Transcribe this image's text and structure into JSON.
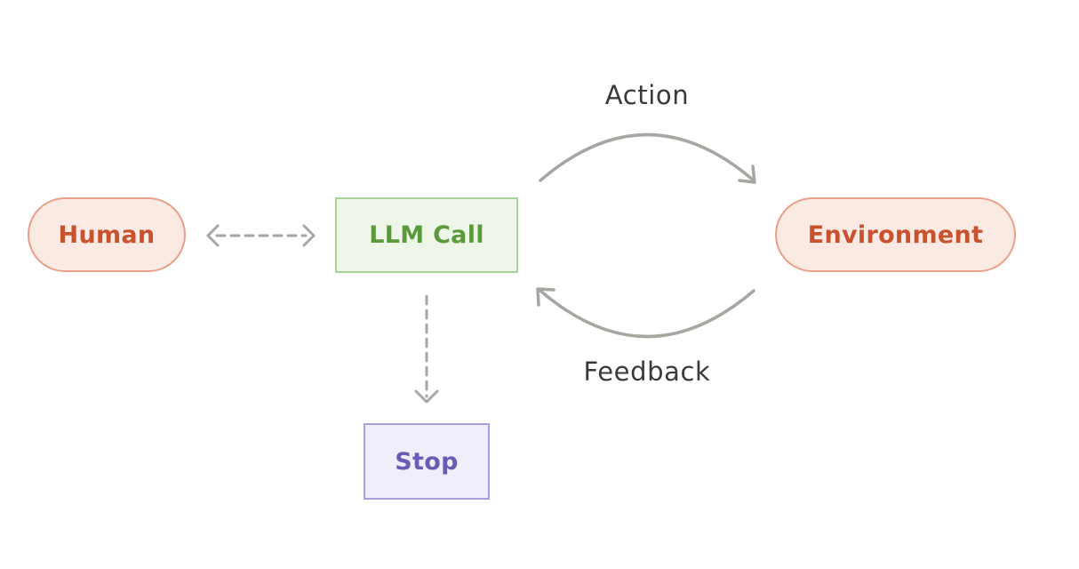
{
  "nodes": {
    "human": {
      "label": "Human",
      "fill": "#fbeae4",
      "border": "#eaa088",
      "text_color": "#c8522d"
    },
    "llm_call": {
      "label": "LLM Call",
      "fill": "#eef6e9",
      "border": "#a8d49a",
      "text_color": "#5a9a3b"
    },
    "environment": {
      "label": "Environment",
      "fill": "#fbeae4",
      "border": "#eaa088",
      "text_color": "#c8522d"
    },
    "stop": {
      "label": "Stop",
      "fill": "#f0eefa",
      "border": "#a89ee0",
      "text_color": "#6a5cb5"
    }
  },
  "edges": {
    "action_label": "Action",
    "feedback_label": "Feedback",
    "line_color": "#a7a6a1"
  }
}
